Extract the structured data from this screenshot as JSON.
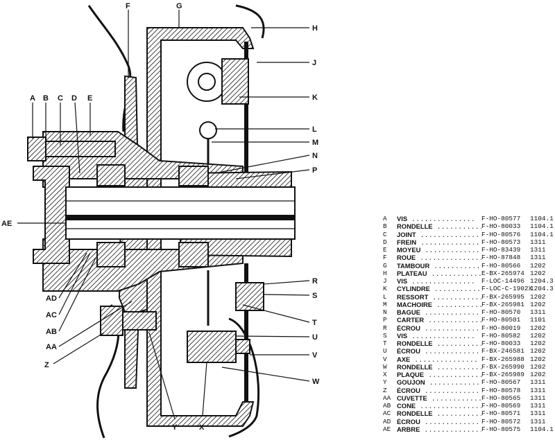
{
  "labels": {
    "A": "A",
    "B": "B",
    "C": "C",
    "D": "D",
    "E": "E",
    "F": "F",
    "G": "G",
    "H": "H",
    "J": "J",
    "K": "K",
    "L": "L",
    "M": "M",
    "N": "N",
    "P": "P",
    "R": "R",
    "S": "S",
    "T": "T",
    "U": "U",
    "V": "V",
    "W": "W",
    "X": "X",
    "Y": "Y",
    "Z": "Z",
    "AA": "AA",
    "AB": "AB",
    "AC": "AC",
    "AD": "AD",
    "AE": "AE"
  },
  "parts": [
    {
      "code": "A",
      "name": "VIS",
      "ref": "F-HO-80577",
      "group": "1104.1"
    },
    {
      "code": "B",
      "name": "RONDELLE",
      "ref": "F-HO-80033",
      "group": "1104.1"
    },
    {
      "code": "C",
      "name": "JOINT",
      "ref": "F-HO-80576",
      "group": "1104.1"
    },
    {
      "code": "D",
      "name": "FREIN",
      "ref": "F-HO-80573",
      "group": "1311"
    },
    {
      "code": "E",
      "name": "MOYEU",
      "ref": "F-HO-83439",
      "group": "1311"
    },
    {
      "code": "F",
      "name": "ROUE",
      "ref": "F-HO-87848",
      "group": "1311"
    },
    {
      "code": "G",
      "name": "TAMBOUR",
      "ref": "F-HO-80566",
      "group": "1202"
    },
    {
      "code": "H",
      "name": "PLATEAU",
      "ref": "E-BX-265974",
      "group": "1202"
    },
    {
      "code": "J",
      "name": "VIS",
      "ref": "F-LOC-14496",
      "group": "1204.3"
    },
    {
      "code": "K",
      "name": "CYLINDRE",
      "ref": "F-LOC-C-1902X",
      "group": "1204.3"
    },
    {
      "code": "L",
      "name": "RESSORT",
      "ref": "F-BX-265995",
      "group": "1202"
    },
    {
      "code": "M",
      "name": "MACHOIRE",
      "ref": "F-BX-265981",
      "group": "1202"
    },
    {
      "code": "N",
      "name": "BAGUE",
      "ref": "F-HO-80570",
      "group": "1311"
    },
    {
      "code": "P",
      "name": "CARTER",
      "ref": "F-HO-80501",
      "group": "1101"
    },
    {
      "code": "R",
      "name": "ÉCROU",
      "ref": "F-HO-80019",
      "group": "1202"
    },
    {
      "code": "S",
      "name": "VIS",
      "ref": "F-HO-80582",
      "group": "1202"
    },
    {
      "code": "T",
      "name": "RONDELLE",
      "ref": "F-HO-80033",
      "group": "1202"
    },
    {
      "code": "U",
      "name": "ÉCROU",
      "ref": "F-BX-246581",
      "group": "1202"
    },
    {
      "code": "V",
      "name": "AXE",
      "ref": "F-BX-265988",
      "group": "1202"
    },
    {
      "code": "W",
      "name": "RONDELLE",
      "ref": "F-BX-265990",
      "group": "1202"
    },
    {
      "code": "X",
      "name": "PLAQUE",
      "ref": "F-BX-265989",
      "group": "1202"
    },
    {
      "code": "Y",
      "name": "GOUJON",
      "ref": "F-HO-80567",
      "group": "1311"
    },
    {
      "code": "Z",
      "name": "ÉCROU",
      "ref": "F-HO-80578",
      "group": "1311"
    },
    {
      "code": "AA",
      "name": "CUVETTE",
      "ref": "F-HO-80565",
      "group": "1311"
    },
    {
      "code": "AB",
      "name": "CONE",
      "ref": "F-HO-80569",
      "group": "1311"
    },
    {
      "code": "AC",
      "name": "RONDELLE",
      "ref": "F-HO-80571",
      "group": "1311"
    },
    {
      "code": "AD",
      "name": "ÉCROU",
      "ref": "F-HO-80572",
      "group": "1311"
    },
    {
      "code": "AE",
      "name": "ARBRE",
      "ref": "F-HO-80575",
      "group": "1104.1"
    }
  ]
}
